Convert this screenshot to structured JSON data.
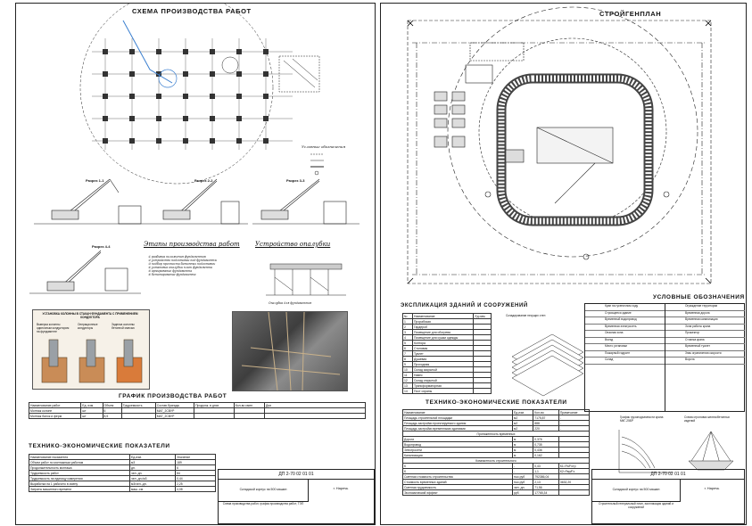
{
  "left": {
    "title": "СХЕМА ПРОИЗВОДСТВА РАБОТ",
    "legend_title": "Условные обозначения",
    "sections": [
      {
        "label": "Разрез 1-1"
      },
      {
        "label": "Разрез 2-2"
      },
      {
        "label": "Разрез 3-3"
      },
      {
        "label": "Разрез 4-4"
      }
    ],
    "stages_title": "Этапы производства работ",
    "stages": [
      "разбивка положения фундаментов",
      "устройство подготовки под фундаменты",
      "подбор прочности бетонных подготовок",
      "установка опалубки плит фундамента",
      "армирование фундамента",
      "бетонирование фундамента"
    ],
    "formwork_title": "Устройство опалубки",
    "formwork_caption": "Опалубка для фундаментов",
    "install_title": "УСТАНОВКА КОЛОННЫ В СТАКАН ФУНДАМЕНТА С ПРИМЕНЕНИЕМ КОНДУКТОРА",
    "install_steps": [
      "Выверка колонны одиночным кондуктором на фундаменте",
      "Операционные кондукторы",
      "Заделка колонны бетонной смесью"
    ],
    "schedule_title": "ГРАФИК ПРОИЗВОДСТВА РАБОТ",
    "schedule_headers": [
      "Наименование работ",
      "Ед. изм.",
      "Объем",
      "Трудоемкость",
      "Состав бригады",
      "Продолж. в днях",
      "Кол-во смен",
      "Дни"
    ],
    "schedule_rows": [
      {
        "name": "Монтаж колонн",
        "unit": "шт",
        "vol": "6",
        "crew": "МАГ_2СВУР"
      },
      {
        "name": "Монтаж балок и ферм",
        "unit": "шт",
        "vol": "8,5",
        "crew": "МАГ_2СВУР"
      }
    ],
    "tep_title": "ТЕХНИКО-ЭКОНОМИЧЕСКИЕ ПОКАЗАТЕЛИ",
    "tep_headers": [
      "Наименование показателя",
      "Ед.изм.",
      "Значение"
    ],
    "tep_rows": [
      [
        "Объем работ по монтажным работам",
        "м3",
        "189"
      ],
      [
        "Продолжительность монтажа",
        "дн.",
        "6"
      ],
      [
        "Трудоемкость работ",
        "чел.-дн.",
        "84"
      ],
      [
        "Трудоемкость на единицу измерения",
        "чел.-дн./м3",
        "0,44"
      ],
      [
        "Выработка на 1 рабочего в смену",
        "м3/чел.-дн.",
        "2,25"
      ],
      [
        "Затраты машинного времени",
        "маш.-см.",
        "4,08"
      ]
    ],
    "stamp_code": "ДП 2-70 02 01 01",
    "stamp_org": "г. Наречь",
    "stamp_subject": "Складской корпус на 500 машин",
    "stamp_sheet": "Схема производства работ, график производства работ, ТЭП"
  },
  "right": {
    "title": "СТРОЙГЕНПЛАН",
    "expl_title": "ЭКСПЛИКАЦИЯ ЗДАНИЙ И СООРУЖЕНИЙ",
    "expl_headers": [
      "№",
      "Наименование",
      "Ед.изм."
    ],
    "expl_rows": [
      "Прорабская",
      "Гардероб",
      "Помещение для обогрева",
      "Помещение для сушки одежды",
      "Контора",
      "Столовая",
      "Туалет",
      "Душевая",
      "Проходная",
      "Склад закрытый",
      "Навес",
      "Склад открытый",
      "Трансформаторная",
      "Пост охраны"
    ],
    "storage_caption": "Складирование несущих стен",
    "legend_title": "УСЛОВНЫЕ ОБОЗНАЧЕНИЯ",
    "legend_items": [
      "Кран на гусеничном ходу",
      "Ограждение территории",
      "Строящееся здание",
      "Временная дорога",
      "Временный водопровод",
      "Временная канализация",
      "Временная электросеть",
      "Зона работы крана",
      "Опасная зона",
      "Прожектор",
      "Въезд",
      "Стоянка крана",
      "Место установки",
      "Временный туалет",
      "Пожарный гидрант",
      "Знак ограничения скорости",
      "Склад",
      "Ворота"
    ],
    "tep_title": "ТЕХНИКО-ЭКОНОМИЧЕСКИЕ ПОКАЗАТЕЛИ",
    "tep_headers": [
      "Наименование",
      "Ед.изм.",
      "Кол-во",
      "Примечание"
    ],
    "tep_rows": [
      [
        "Площадь строительной площадки",
        "м2",
        "7175,87",
        "-"
      ],
      [
        "Площадь застройки проектируемого здания",
        "м2",
        "888",
        "-"
      ],
      [
        "Площадь застройки временными зданиями",
        "м2",
        "220",
        "-"
      ]
    ],
    "tep_sub1": "Протяженность временных",
    "tep_sub1_rows": [
      [
        "Дороги",
        "м",
        "0,376"
      ],
      [
        "Водопровод",
        "м",
        "0,735"
      ],
      [
        "Электросети",
        "м",
        "0,436"
      ],
      [
        "Канализация",
        "м",
        "0,162"
      ]
    ],
    "tep_sub2": "Компактность строительного",
    "tep_sub2_rows": [
      [
        "K",
        "-",
        "0,43",
        "К1=Fз/Fстр"
      ],
      [
        "K",
        "-",
        "1,1",
        "К2=Fвр/Fз"
      ],
      [
        "Сметная стоимость строительства",
        "тыс.руб",
        "792386,04"
      ],
      [
        "Стоимость временных зданий",
        "тыс.руб",
        "2,13",
        "3632,20"
      ],
      [
        "Сметная трудоемкость",
        "чел.-дн.",
        "71,56"
      ],
      [
        "Экономический эффект",
        "руб",
        "17765,34"
      ]
    ],
    "sling_caption": "График грузоподъемности крана МКГ-25БР",
    "sling2_caption": "Схема строповки железобетонных изделий",
    "stamp_code": "ДП 2-70 02 01 01",
    "stamp_org": "г. Наречь",
    "stamp_subject": "Складской корпус на 500 машин",
    "stamp_sheet": "Строительный генеральный план, экспликация зданий и сооружений"
  }
}
